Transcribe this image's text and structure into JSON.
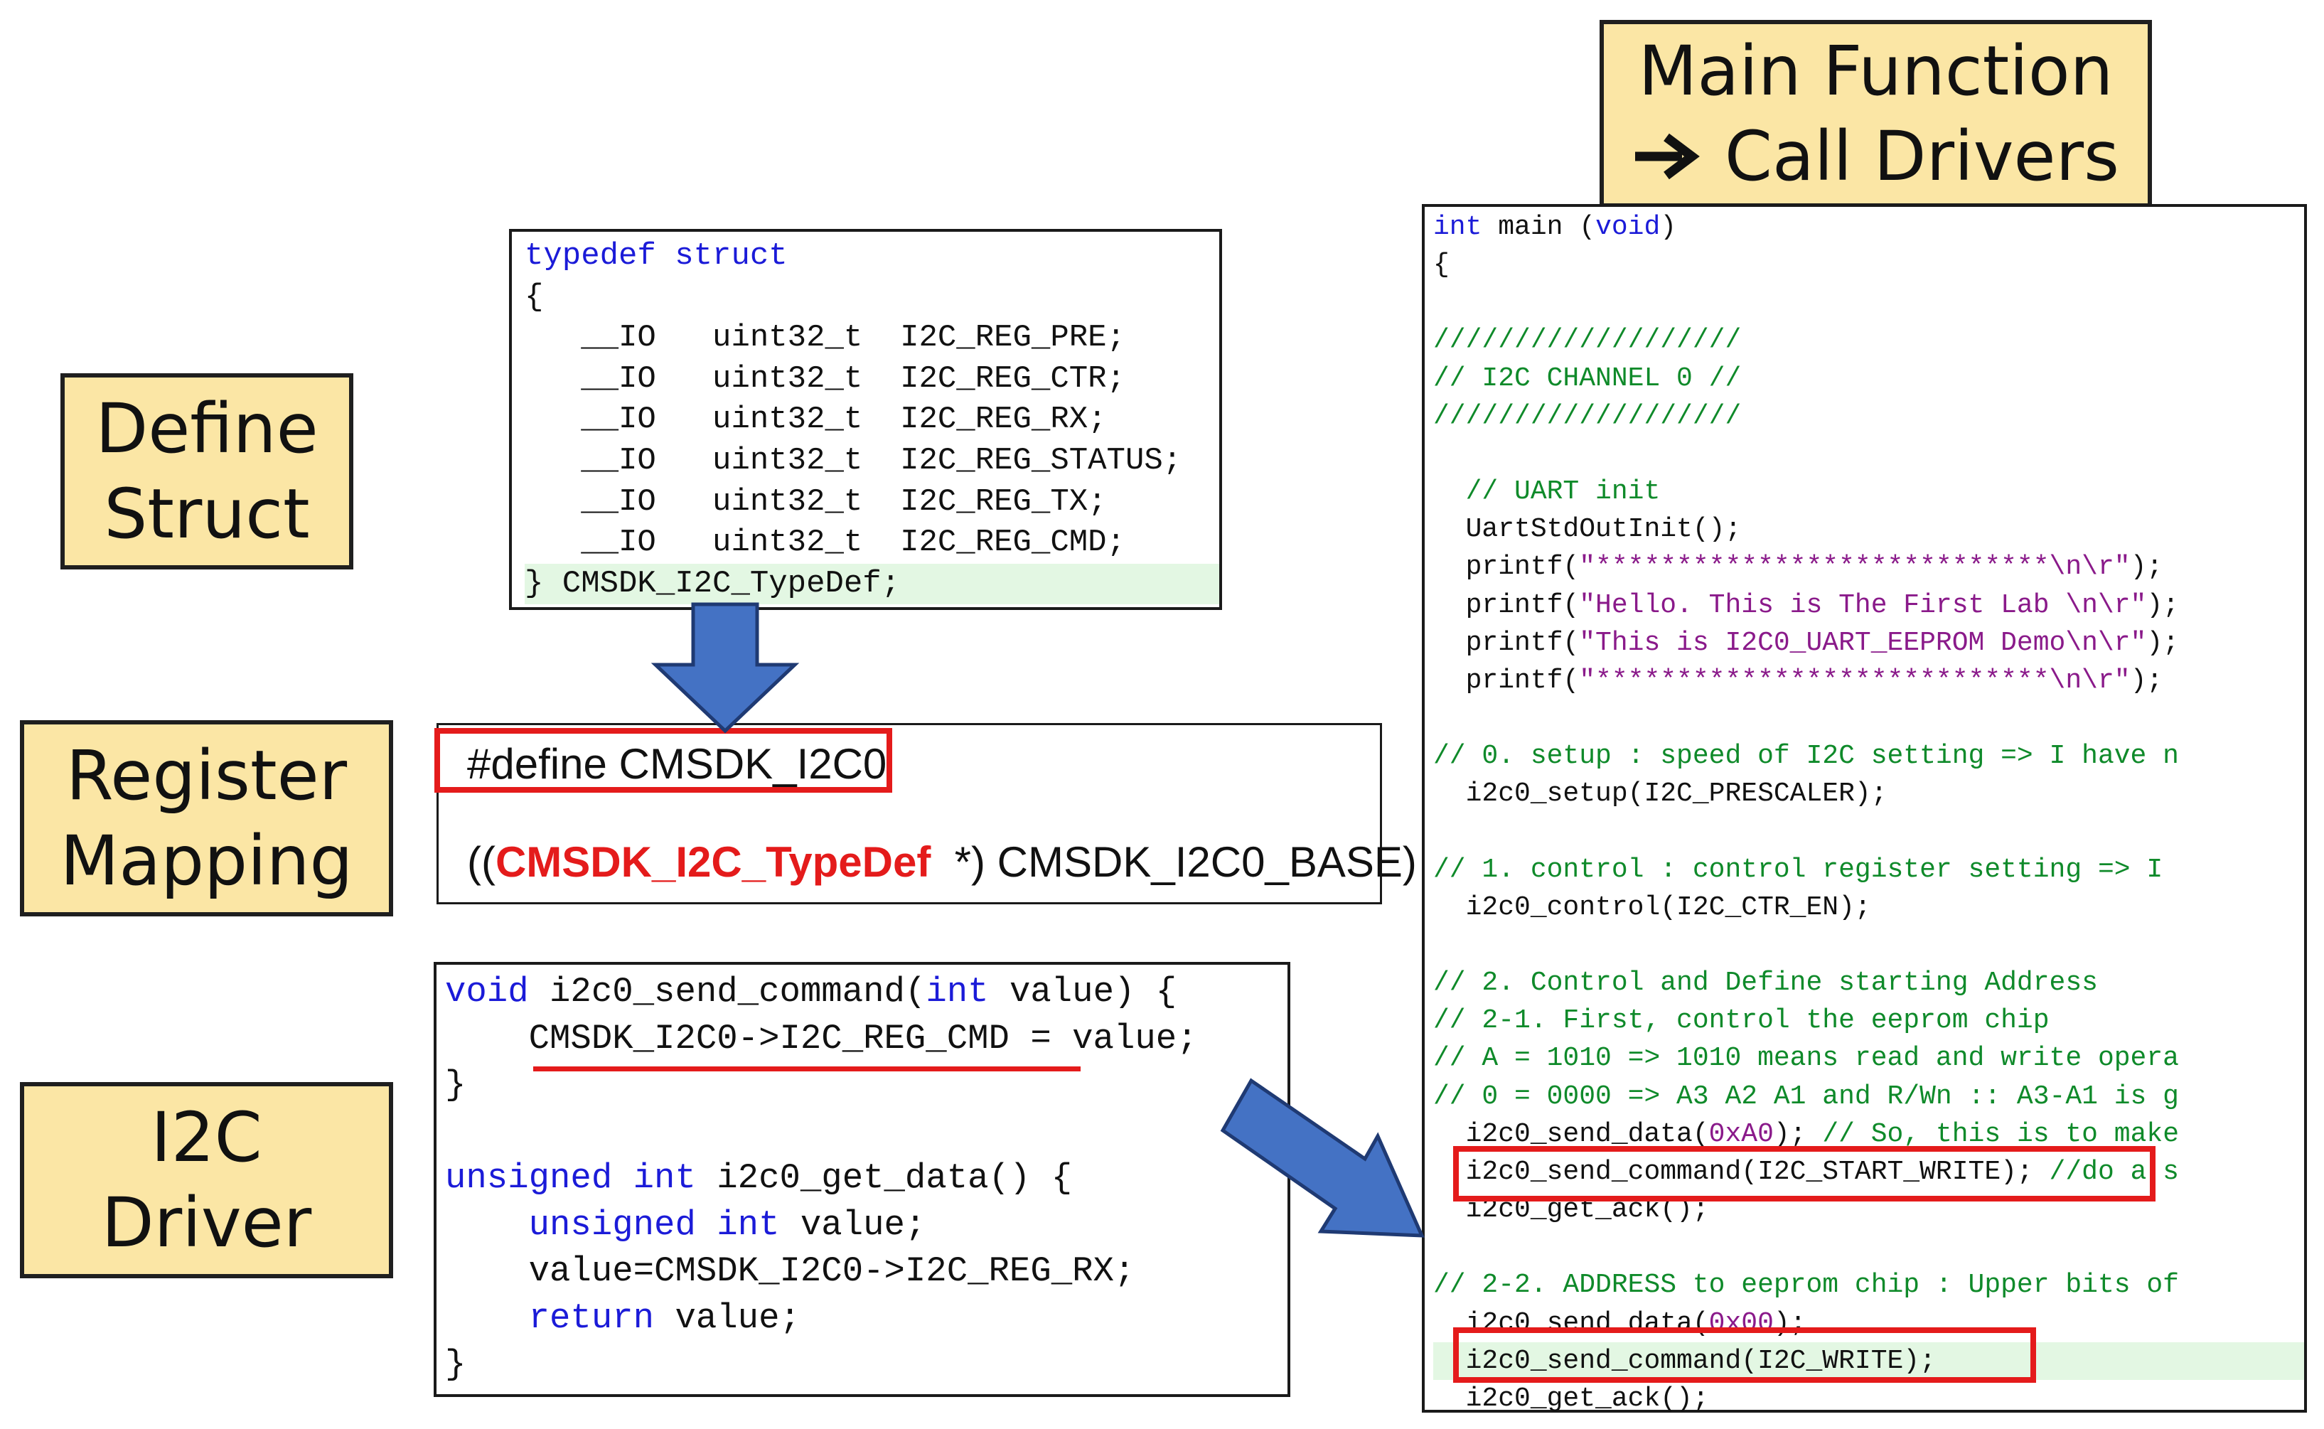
{
  "labels": {
    "define_struct": [
      "Define",
      "Struct"
    ],
    "register_mapping": [
      "Register",
      "Mapping"
    ],
    "i2c_driver": [
      "I2C",
      "Driver"
    ],
    "main_function": [
      "Main Function",
      "Call Drivers"
    ]
  },
  "struct_code": [
    "typedef struct",
    "{",
    "   __IO   uint32_t  I2C_REG_PRE;",
    "   __IO   uint32_t  I2C_REG_CTR;",
    "   __IO   uint32_t  I2C_REG_RX;",
    "   __IO   uint32_t  I2C_REG_STATUS;",
    "   __IO   uint32_t  I2C_REG_TX;",
    "   __IO   uint32_t  I2C_REG_CMD;",
    "} CMSDK_I2C_TypeDef;"
  ],
  "mapping": {
    "define": "#define CMSDK_I2C0",
    "paren_open": "((",
    "typedef_name": "CMSDK_I2C_TypeDef",
    "rest": "  *) CMSDK_I2C0_BASE)"
  },
  "driver_code": [
    "void i2c0_send_command(int value) {",
    "    CMSDK_I2C0->I2C_REG_CMD = value;",
    "}",
    "",
    "unsigned int i2c0_get_data() {",
    "    unsigned int value;",
    "    value=CMSDK_I2C0->I2C_REG_RX;",
    "    return value;",
    "}"
  ],
  "main_code": [
    "int main (void)",
    "{",
    "",
    "///////////////////",
    "// I2C CHANNEL 0 //",
    "///////////////////",
    "",
    "  // UART init",
    "  UartStdOutInit();",
    "  printf(\"****************************\\n\\r\");",
    "  printf(\"Hello. This is The First Lab \\n\\r\");",
    "  printf(\"This is I2C0_UART_EEPROM Demo\\n\\r\");",
    "  printf(\"****************************\\n\\r\");",
    "",
    "// 0. setup : speed of I2C setting => I have n",
    "  i2c0_setup(I2C_PRESCALER);",
    "",
    "// 1. control : control register setting => I",
    "  i2c0_control(I2C_CTR_EN);",
    "",
    "// 2. Control and Define starting Address",
    "// 2-1. First, control the eeprom chip",
    "// A = 1010 => 1010 means read and write opera",
    "// 0 = 0000 => A3 A2 A1 and R/Wn :: A3-A1 is g",
    "  i2c0_send_data(0xA0); // So, this is to make",
    "  i2c0_send_command(I2C_START_WRITE); //do a s",
    "  i2c0_get_ack();",
    "",
    "// 2-2. ADDRESS to eeprom chip : Upper bits of",
    "  i2c0_send_data(0x00);",
    "  i2c0_send_command(I2C_WRITE);",
    "  i2c0_get_ack();"
  ],
  "colors": {
    "label_fill": "#fbe6a5",
    "arrow_fill": "#4472c4",
    "highlight_red": "#e41b1b",
    "keyword_blue": "#1b1bd8",
    "comment_green": "#0f8a2a",
    "string_purple": "#8a1a8a"
  }
}
